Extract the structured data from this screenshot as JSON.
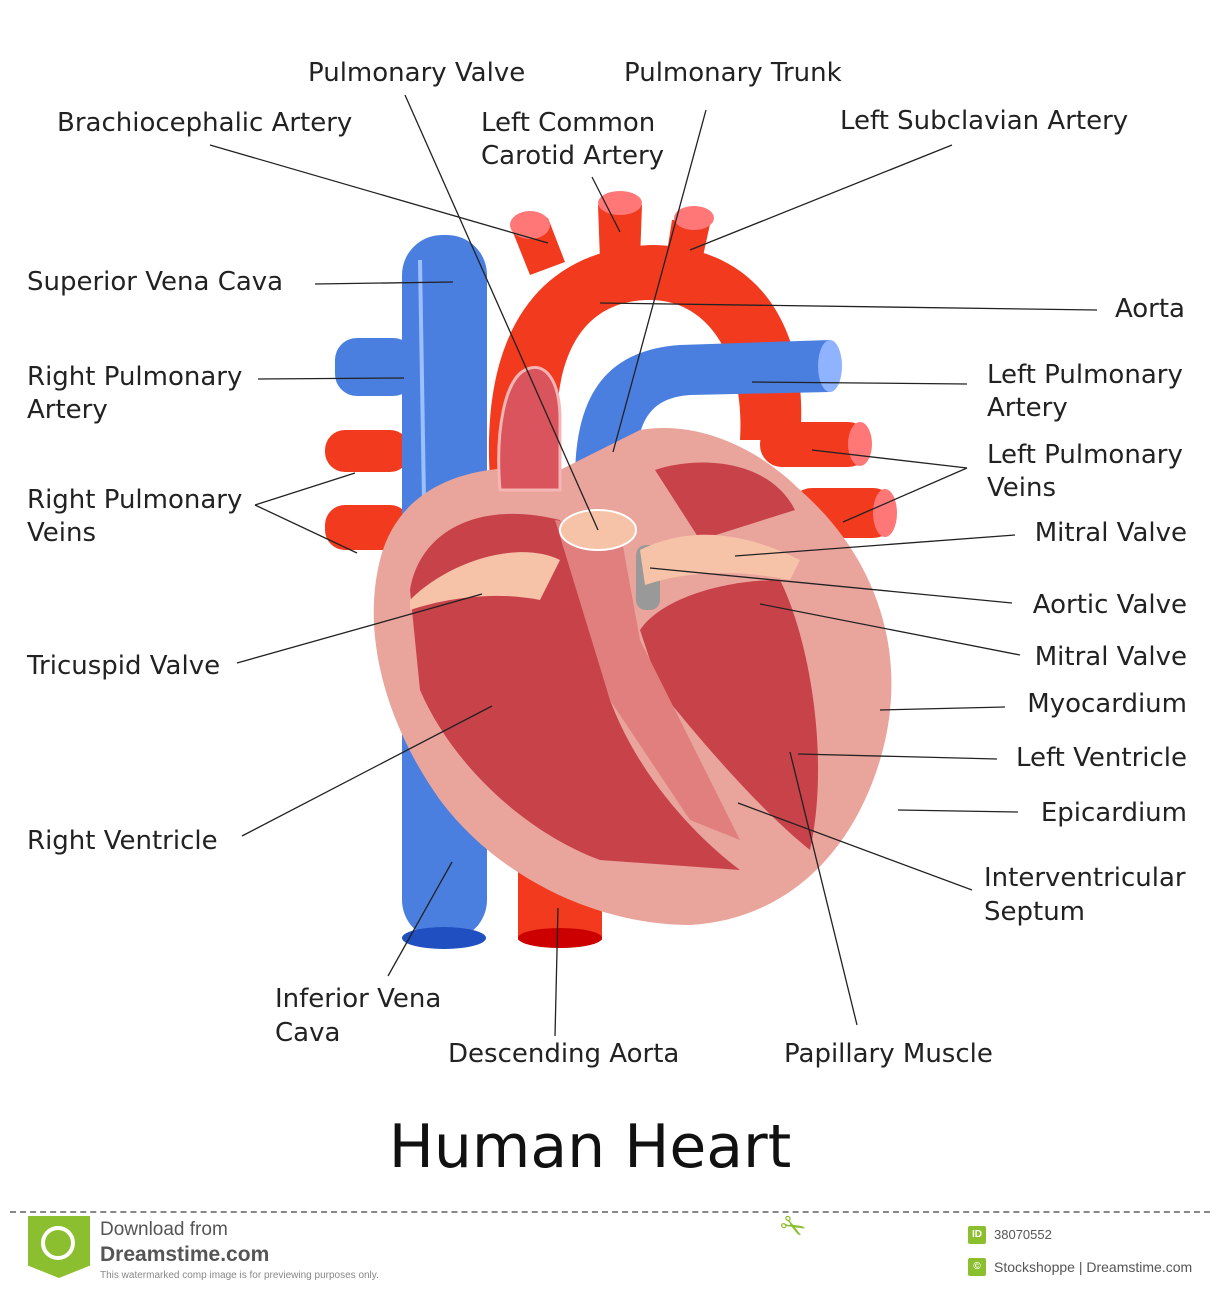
{
  "title": "Human Heart",
  "labels": {
    "pulmonary_valve": "Pulmonary Valve",
    "pulmonary_trunk": "Pulmonary Trunk",
    "brachiocephalic_artery": "Brachiocephalic Artery",
    "left_common_carotid_1": "Left Common",
    "left_common_carotid_2": "Carotid Artery",
    "left_subclavian_artery": "Left Subclavian Artery",
    "superior_vena_cava": "Superior Vena Cava",
    "aorta": "Aorta",
    "right_pulmonary_artery_1": "Right Pulmonary",
    "right_pulmonary_artery_2": "Artery",
    "left_pulmonary_artery_1": "Left Pulmonary",
    "left_pulmonary_artery_2": "Artery",
    "left_pulmonary_veins_1": "Left Pulmonary",
    "left_pulmonary_veins_2": "Veins",
    "right_pulmonary_veins_1": "Right Pulmonary",
    "right_pulmonary_veins_2": "Veins",
    "mitral_valve_upper": "Mitral Valve",
    "aortic_valve": "Aortic Valve",
    "tricuspid_valve": "Tricuspid Valve",
    "mitral_valve_lower": "Mitral Valve",
    "myocardium": "Myocardium",
    "left_ventricle": "Left Ventricle",
    "epicardium": "Epicardium",
    "right_ventricle": "Right Ventricle",
    "interventricular_septum_1": "Interventricular",
    "interventricular_septum_2": "Septum",
    "inferior_vena_cava_1": "Inferior Vena",
    "inferior_vena_cava_2": "Cava",
    "descending_aorta": "Descending Aorta",
    "papillary_muscle": "Papillary Muscle"
  },
  "colors": {
    "vein_blue": "#4a7fe0",
    "artery_red": "#f23a1e",
    "heart_pink": "#e9a49c",
    "chamber_red": "#c8424a",
    "brand_green": "#8cbf2f"
  },
  "footer": {
    "download_from": "Download from",
    "site": "Dreamstime.com",
    "disclaimer": "This watermarked comp image is for previewing purposes only.",
    "id_icon": "ID",
    "image_id": "38070552",
    "credit": "Stockshoppe | Dreamstime.com"
  }
}
